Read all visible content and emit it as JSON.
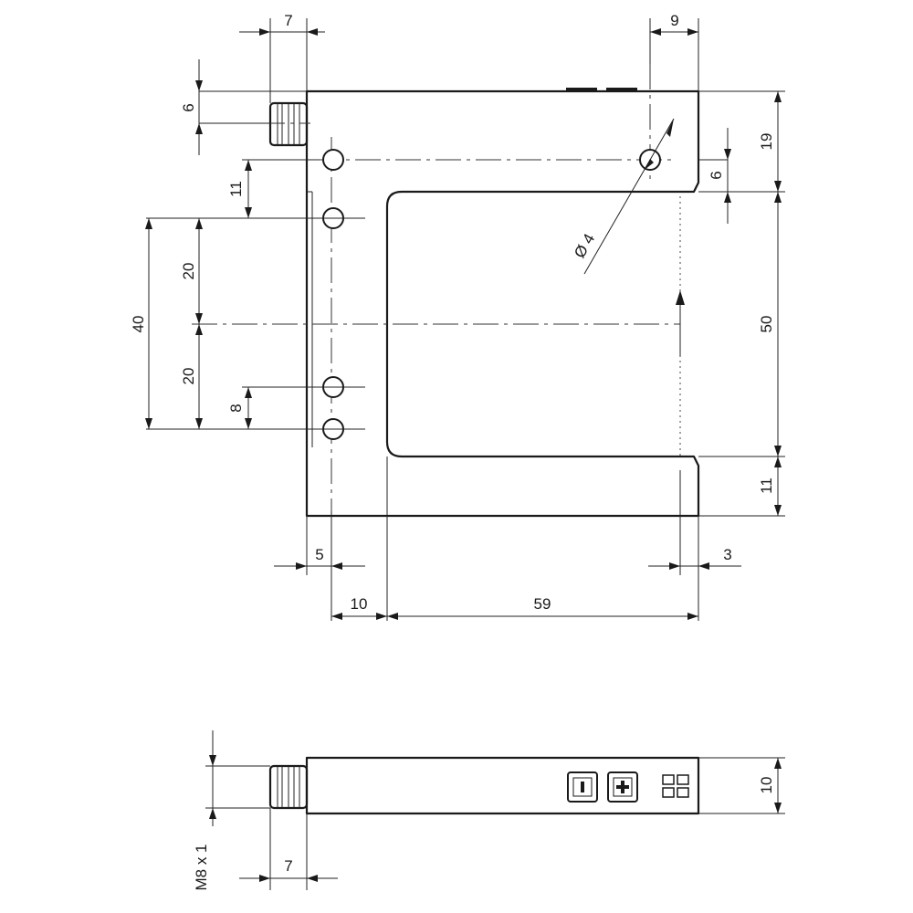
{
  "dimensions": {
    "top_width_connector": "7",
    "top_width_right": "9",
    "connector_offset": "6",
    "hole_spacing_top": "11",
    "hole_to_center_upper": "20",
    "hole_to_center_lower": "20",
    "hole_group_total": "40",
    "hole_spacing_bottom": "8",
    "hole_diameter": "Ø 4",
    "slot_top_offset": "6",
    "right_top_height": "19",
    "slot_height": "50",
    "right_bottom_height": "11",
    "left_offset": "5",
    "right_offset": "3",
    "hole_to_slot": "10",
    "slot_depth": "59",
    "side_height": "10",
    "side_connector_width": "7",
    "thread_spec": "M8 x 1"
  },
  "icons": [
    "minus-button-icon",
    "plus-button-icon",
    "led-indicator-icon"
  ]
}
